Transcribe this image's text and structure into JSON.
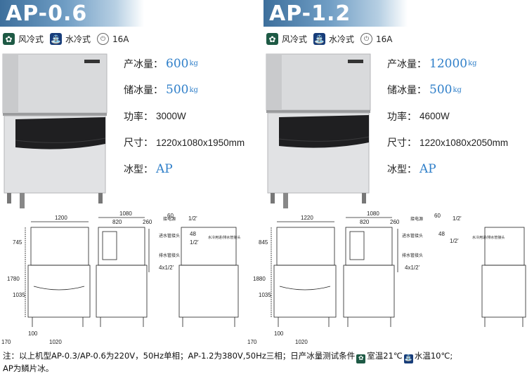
{
  "models": [
    {
      "title": "AP-0.6",
      "features": {
        "air": "风冷式",
        "water": "水冷式",
        "current": "16A"
      },
      "specs": [
        {
          "label": "产冰量",
          "value": "600",
          "unit": "kg"
        },
        {
          "label": "储冰量",
          "value": "500",
          "unit": "kg"
        },
        {
          "label": "功率",
          "value": "3000W",
          "unit": ""
        },
        {
          "label": "尺寸",
          "value": "1220x1080x1950mm",
          "unit": ""
        },
        {
          "label": "冰型",
          "value": "AP",
          "unit": ""
        }
      ],
      "drawing": {
        "front_width": "1200",
        "height_top": "745",
        "total_height": "1780",
        "lower_height": "1035",
        "foot_left": "170",
        "foot_gap": "100",
        "foot_width": "1020",
        "side_depth": "1080",
        "side_a": "820",
        "side_b": "260",
        "r_60": "60",
        "r_half1": "1/2'",
        "r_48": "48",
        "r_half2": "1/2'",
        "r_4x": "4x1/2'",
        "lbl_power": "接电源",
        "lbl_inlet": "进水管接头",
        "lbl_drain": "排水管接头",
        "lbl_cool": "水冷用进/排水管接头"
      }
    },
    {
      "title": "AP-1.2",
      "features": {
        "air": "风冷式",
        "water": "水冷式",
        "current": "16A"
      },
      "specs": [
        {
          "label": "产冰量",
          "value": "12000",
          "unit": "kg"
        },
        {
          "label": "储冰量",
          "value": "500",
          "unit": "kg"
        },
        {
          "label": "功率",
          "value": "4600W",
          "unit": ""
        },
        {
          "label": "尺寸",
          "value": "1220x1080x2050mm",
          "unit": ""
        },
        {
          "label": "冰型",
          "value": "AP",
          "unit": ""
        }
      ],
      "drawing": {
        "front_width": "1220",
        "height_top": "845",
        "total_height": "1880",
        "lower_height": "1035",
        "foot_left": "170",
        "foot_gap": "100",
        "foot_width": "1020",
        "side_depth": "1080",
        "side_a": "820",
        "side_b": "260",
        "r_60": "60",
        "r_half1": "1/2'",
        "r_48": "48",
        "r_half2": "1/2'",
        "r_4x": "4x1/2'",
        "lbl_power": "接电源",
        "lbl_inlet": "进水管接头",
        "lbl_drain": "排水管接头",
        "lbl_cool": "水冷用进/排水管接头"
      }
    }
  ],
  "footnote": {
    "part1": "注：以上机型AP-0.3/AP-0.6为220V，50Hz单相；AP-1.2为380V,50Hz三相；日产冰量测试条件",
    "room": "室温21℃",
    "water": "水温10℃;",
    "line2": "AP为鳞片冰。"
  },
  "colors": {
    "banner": "#3d6f9c",
    "accent": "#2f7fc9",
    "icon_green": "#1e5a45",
    "icon_blue": "#173d7a"
  }
}
